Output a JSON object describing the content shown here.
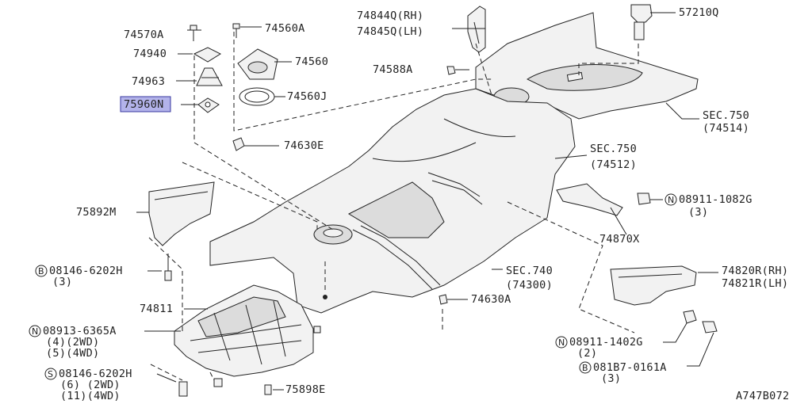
{
  "diagram_id": "A747B072",
  "highlight_color": "#b3b3ea",
  "labels": {
    "p74570A": "74570A",
    "p74560A": "74560A",
    "p74940": "74940",
    "p74560": "74560",
    "p74963": "74963",
    "p74560J": "74560J",
    "p75960N": "75960N",
    "p74630E": "74630E",
    "p74844Q": "74844Q(RH)",
    "p74845Q": "74845Q(LH)",
    "p57210Q": "57210Q",
    "p74588A": "74588A",
    "sec750a": "SEC.750",
    "sec750a_sub": "(74514)",
    "sec750b": "SEC.750",
    "sec750b_sub": "(74512)",
    "p75892M": "75892M",
    "n08911_1082G": "08911-1082G",
    "n08911_1082G_qty": "(3)",
    "p74870X": "74870X",
    "b08146_6202H": "08146-6202H",
    "b08146_6202H_qty": "(3)",
    "sec740": "SEC.740",
    "sec740_sub": "(74300)",
    "p74820R": "74820R(RH)",
    "p74821R": "74821R(LH)",
    "p74811": "74811",
    "p74630A": "74630A",
    "n08913_6365A": "08913-6365A",
    "n08913_qty1": "(4)(2WD)",
    "n08913_qty2": "(5)(4WD)",
    "n08911_1402G": "08911-1402G",
    "n08911_1402G_qty": "(2)",
    "b081B7_0161A": "081B7-0161A",
    "b081B7_qty": "(3)",
    "s08146_6202H": "08146-6202H",
    "s08146_qty1": "(6) (2WD)",
    "s08146_qty2": "(11)(4WD)",
    "p75898E": "75898E"
  },
  "symbols": {
    "nut": "N",
    "bolt": "B",
    "screw": "S"
  },
  "icons": {
    "floor": "floor-panel-icon",
    "skid": "undercover-icon",
    "boot": "shift-boot-icon",
    "bracket": "bracket-icon"
  }
}
